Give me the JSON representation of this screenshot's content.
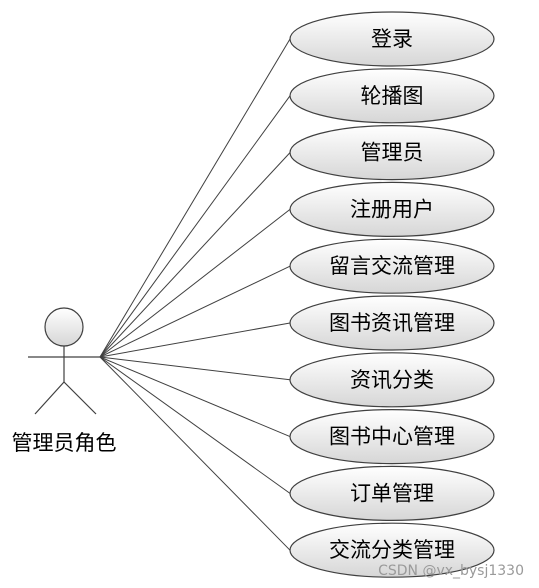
{
  "actor": {
    "name": "管理员角色"
  },
  "use_cases": [
    "登录",
    "轮播图",
    "管理员",
    "注册用户",
    "留言交流管理",
    "图书资讯管理",
    "资讯分类",
    "图书中心管理",
    "订单管理",
    "交流分类管理"
  ],
  "watermark": "CSDN @vx_bysj1330",
  "colors": {
    "ellipse_fill_top": "#ffffff",
    "ellipse_fill_bottom": "#d9d9d9",
    "stroke": "#404040",
    "text": "#000000"
  }
}
